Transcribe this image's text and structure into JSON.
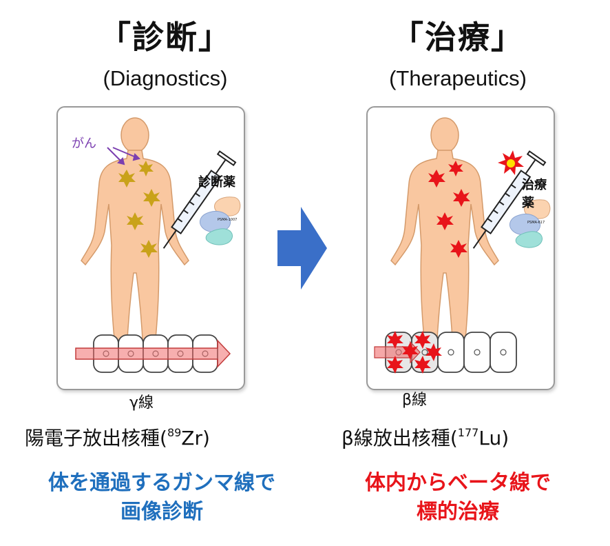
{
  "colors": {
    "skin": "#f9c7a0",
    "skin_edge": "#d49a6a",
    "diag_spot": "#c9a21a",
    "ther_spot": "#e8141a",
    "caption_blue": "#1f6fbd",
    "caption_red": "#e8141a",
    "arrow_blue": "#3a6fc8"
  },
  "diagnostics": {
    "title": "「診断」",
    "subtitle": "(Diagnostics)",
    "cancer_label": "がん",
    "drug_label": "診断薬",
    "molecule_label": "PSMA-1007",
    "ray_label": "γ線",
    "nuclide_prefix": "陽電子放出核種(",
    "nuclide_mass": "89",
    "nuclide_symbol": "Zr)",
    "caption_line1": "体を通過するガンマ線で",
    "caption_line2": "画像診断"
  },
  "therapeutics": {
    "title": "「治療」",
    "subtitle": "(Therapeutics)",
    "drug_label": "治療薬",
    "molecule_label": "PSMA-617",
    "ray_label": "β線",
    "nuclide_prefix": "β線放出核種(",
    "nuclide_mass": "177",
    "nuclide_symbol": "Lu)",
    "caption_line1": "体内からベータ線で",
    "caption_line2": "標的治療"
  }
}
